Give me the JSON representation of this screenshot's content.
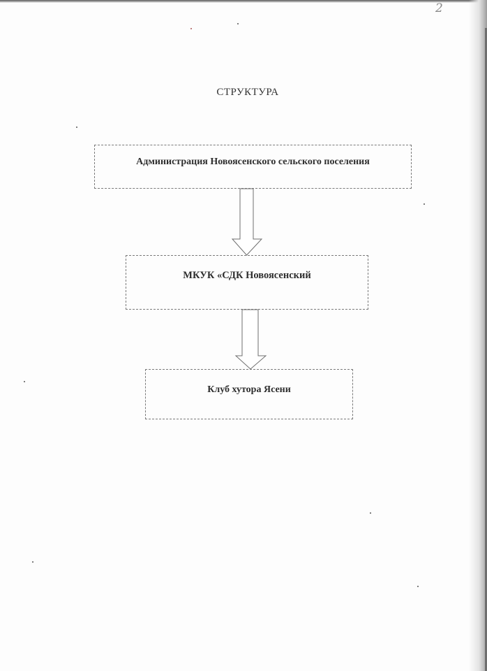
{
  "page": {
    "number": "2",
    "title": "СТРУКТУРА"
  },
  "diagram": {
    "nodes": [
      {
        "id": "admin",
        "label": "Администрация Новоясенского сельского поселения"
      },
      {
        "id": "mkuk",
        "label": "МКУК «СДК Новоясенский"
      },
      {
        "id": "club",
        "label": "Клуб хутора Ясени"
      }
    ],
    "edges": [
      {
        "from": "admin",
        "to": "mkuk"
      },
      {
        "from": "mkuk",
        "to": "club"
      }
    ]
  },
  "colors": {
    "paper": "#fdfdfd",
    "ink": "#2e2e2e",
    "border": "#7a7a7a"
  }
}
